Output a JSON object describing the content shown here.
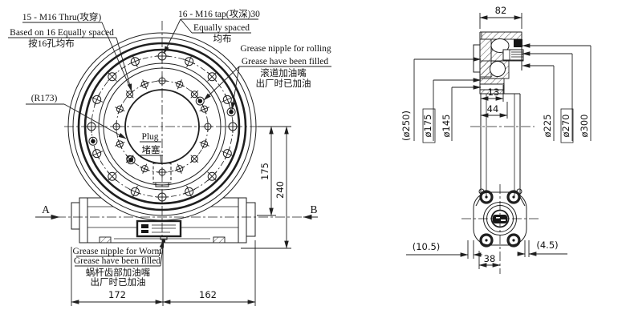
{
  "front": {
    "thru": {
      "l1": "15 - M16 Thru(攻穿)",
      "l2": "Based on 16 Equally spaced",
      "l3": "按16孔均布"
    },
    "tap": {
      "l1": "16 - M16 tap(攻深)30",
      "l2": "Equally spaced",
      "l3": "均布"
    },
    "rolling": {
      "l1": "Grease nipple for rolling",
      "l2": "Grease have been filled",
      "l3": "滚道加油嘴",
      "l4": "出厂时已加油"
    },
    "worm": {
      "l1": "Grease nipple for Worm",
      "l2": "Grease have been filled",
      "l3": "蜗杆齿部加油嘴",
      "l4": "出厂时已加油"
    },
    "radius": "(R173)",
    "plug_en": "Plug",
    "plug_zh": "堵塞",
    "view_a": "A",
    "view_b": "B",
    "dim175": "175",
    "dim240": "240",
    "dim172": "172",
    "dim162": "162"
  },
  "side": {
    "dim82": "82",
    "dim13": "13",
    "dim44": "44",
    "d250": "(ø250)",
    "d175": "ø175",
    "d145": "ø145",
    "d225": "ø225",
    "d270": "ø270",
    "d300": "ø300",
    "dim105": "(10.5)",
    "dim45": "(4.5)",
    "dim38": "38"
  },
  "colors": {
    "line": "#1f1f1f",
    "background": "#ffffff"
  }
}
